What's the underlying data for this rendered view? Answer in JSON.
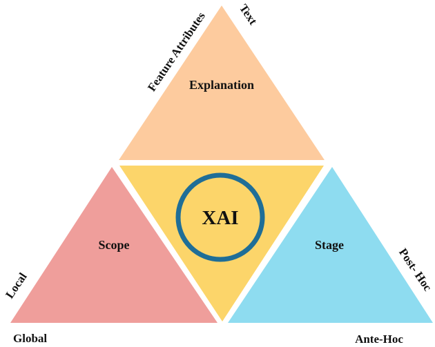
{
  "diagram": {
    "center": {
      "label": "XAI"
    },
    "sections": {
      "explanation": {
        "label": "Explanation",
        "color": "#FDCB9E"
      },
      "scope": {
        "label": "Scope",
        "color": "#EF9E9B"
      },
      "stage": {
        "label": "Stage",
        "color": "#8EDCF0"
      },
      "core": {
        "color": "#FCD56A",
        "ring_color": "#1F6E97"
      }
    },
    "edge_labels": {
      "explanation_left": "Feature Attributes",
      "explanation_right": "Text",
      "scope_upper": "Local",
      "scope_lower": "Global",
      "stage_upper": "Post- Hoc",
      "stage_lower": "Ante-Hoc"
    }
  }
}
